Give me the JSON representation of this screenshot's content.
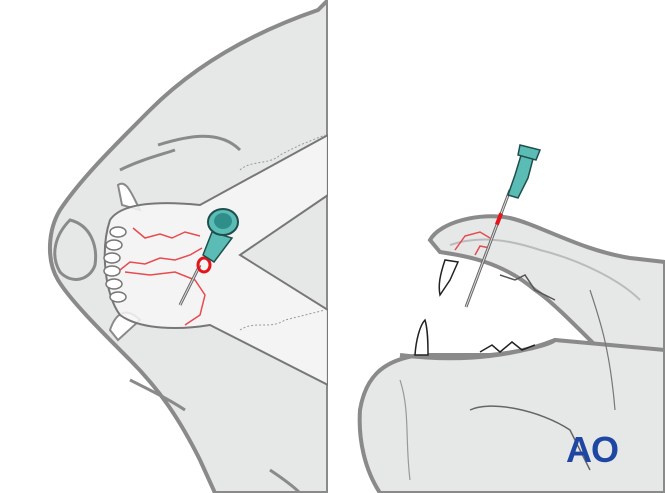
{
  "figure": {
    "panels": [
      {
        "id": "left",
        "view": "ventral view of mandible / lower jaw",
        "description": "Needle with syringe hub inserted into rostral mandible near fracture lines"
      },
      {
        "id": "right",
        "view": "lateral view of skull with open mouth",
        "description": "Needle inserted through upper jaw (maxilla) near canine tooth"
      }
    ],
    "logo": {
      "text": "AO",
      "color": "#1d47a3"
    },
    "colors": {
      "skin_fill": "#e6e7e7",
      "skin_outline": "#8a8a8a",
      "bone_fill": "#f4f4f4",
      "fracture_line": "#e84a4f",
      "needle_hub": "#5bbcb6",
      "needle_hub_dark": "#2f8e8a",
      "marker_red": "#e4141b",
      "background": "#ffffff"
    }
  }
}
